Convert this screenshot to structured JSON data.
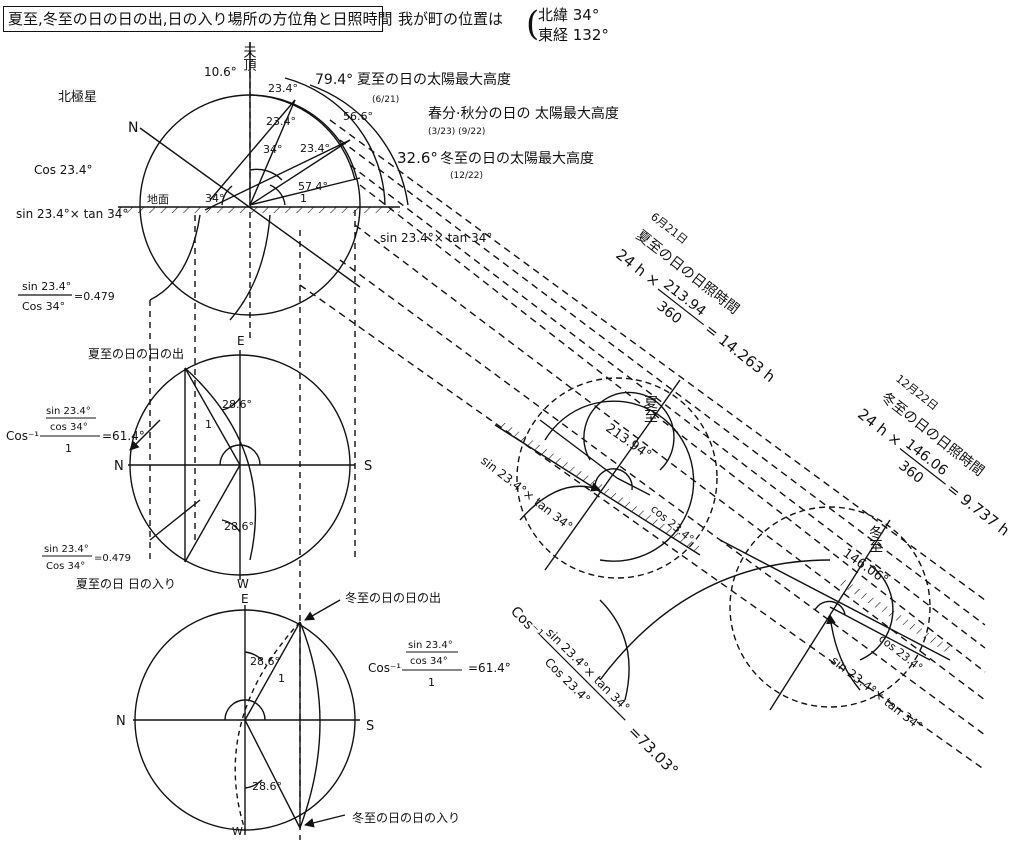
{
  "header": {
    "title": "夏至,冬至の日の日の出,日の入り場所の方位角と日照時間",
    "location_prefix": "我が町の位置は",
    "latitude": "北緯 34°",
    "longitude": "東経 132°"
  },
  "diagram1": {
    "zenith": "天頂",
    "north_star": "北極星",
    "north": "N",
    "ground": "地面",
    "angle_10_6": "10.6°",
    "angle_23_4_a": "23.4°",
    "angle_23_4_b": "23.4°",
    "angle_23_4_c": "23.4°",
    "angle_34_a": "34°",
    "angle_34_b": "34°",
    "angle_57_4": "57.4°",
    "angle_56_6": "56.6°",
    "one": "1",
    "summer_alt_value": "79.4°",
    "summer_alt_label": "夏至の日の太陽最大高度",
    "summer_alt_date": "(6/21)",
    "equinox_label": "春分·秋分の日の 太陽最大高度",
    "equinox_dates": "(3/23)  (9/22)",
    "winter_alt_value": "32.6°",
    "winter_alt_label": "冬至の日の太陽最大高度",
    "winter_alt_date": "(12/22)",
    "cos_label": "Cos 23.4°",
    "sin_tan_left": "sin 23.4°× tan 34°",
    "sin_tan_right": "sin 23.4°× tan 34°",
    "ratio_num": "sin 23.4°",
    "ratio_den": "Cos 34°",
    "ratio_val": "=0.479"
  },
  "diagram2": {
    "east": "E",
    "west": "W",
    "north": "N",
    "south": "S",
    "sunrise_label": "夏至の日の日の出",
    "sunset_label": "夏至の日 日の入り",
    "angle_top": "28.6°",
    "angle_bottom": "28.6°",
    "one": "1",
    "arccos_prefix": "Cos⁻¹",
    "arccos_num": "sin 23.4°",
    "arccos_den": "cos 34°",
    "arccos_one": "1",
    "arccos_result": "=61.4°",
    "ratio_num": "sin 23.4°",
    "ratio_den": "Cos 34°",
    "ratio_val": "=0.479"
  },
  "diagram3": {
    "east": "E",
    "west": "W",
    "north": "N",
    "south": "S",
    "sunrise_label": "冬至の日の日の出",
    "sunset_label": "冬至の日の日の入り",
    "angle_top": "28.6°",
    "angle_bottom": "28.6°",
    "one": "1",
    "arccos_prefix": "Cos⁻¹",
    "arccos_num": "sin 23.4°",
    "arccos_den": "cos 34°",
    "arccos_one": "1",
    "arccos_result": "=61.4°"
  },
  "summer_daylight": {
    "date": "6月21日",
    "title": "夏至の日の日照時間",
    "formula_left": "24 h ×",
    "formula_num": "213.94",
    "formula_den": "360",
    "formula_result": "= 14.263 h",
    "circle_label": "夏至",
    "arc_angle": "213.94°",
    "sin_tan": "sin 23.4°× tan 34°",
    "cos_label": "cos 23.4°"
  },
  "winter_daylight": {
    "date": "12月22日",
    "title": "冬至の日の日照時間",
    "formula_left": "24 h ×",
    "formula_num": "146.06",
    "formula_den": "360",
    "formula_result": "= 9.737 h",
    "circle_label": "冬至",
    "arc_angle": "146.06°",
    "sin_tan": "sin 23.4°× tan 34°",
    "cos_label": "cos 23.4°"
  },
  "arccos_block": {
    "prefix": "Cos⁻¹",
    "num": "sin 23.4°× tan 34°",
    "den": "Cos 23.4°",
    "result": "=73.03°"
  }
}
